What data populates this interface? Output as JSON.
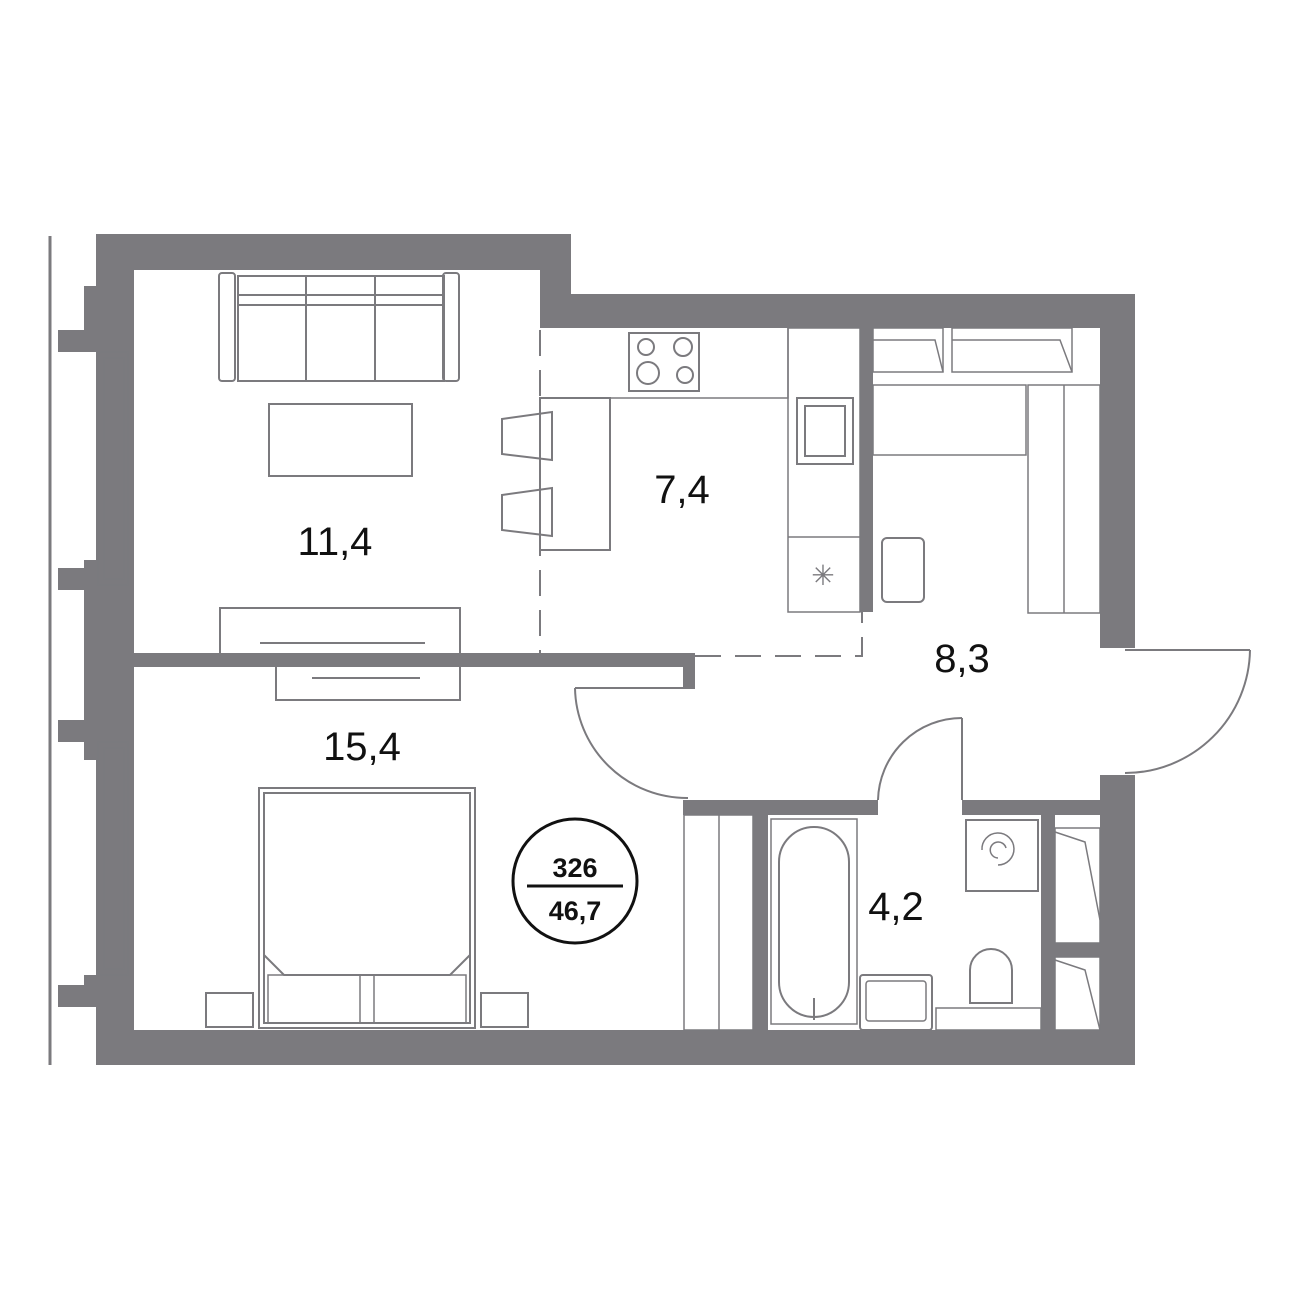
{
  "rooms": [
    {
      "name": "living-room",
      "area": "11,4"
    },
    {
      "name": "kitchen",
      "area": "7,4"
    },
    {
      "name": "hallway",
      "area": "8,3"
    },
    {
      "name": "bedroom",
      "area": "15,4"
    },
    {
      "name": "bathroom",
      "area": "4,2"
    }
  ],
  "apartment": {
    "number": "326",
    "total_area": "46,7"
  },
  "colors": {
    "wall": "#7b7a7e",
    "text": "#111111"
  }
}
